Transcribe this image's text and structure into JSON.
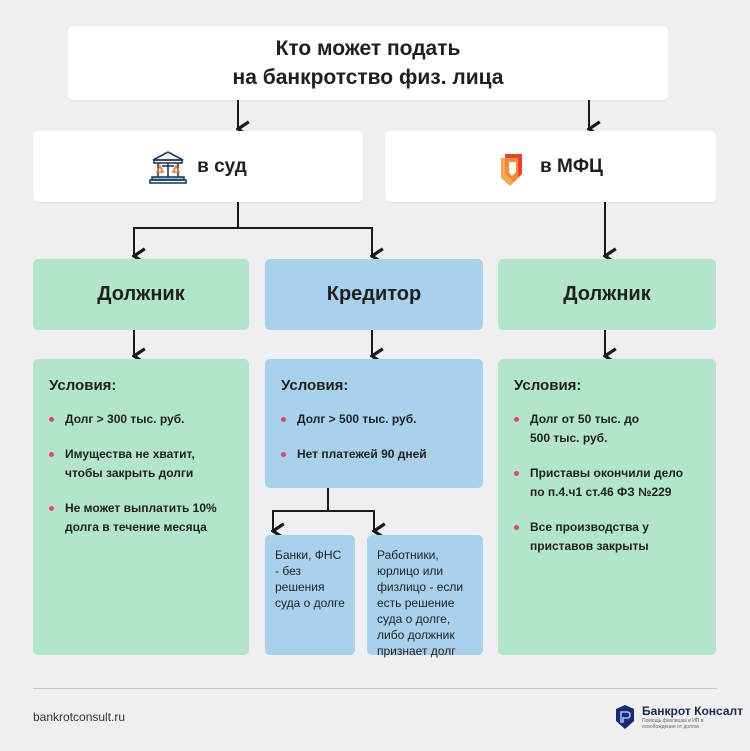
{
  "title": {
    "line1": "Кто может подать",
    "line2": "на банкротство физ. лица"
  },
  "routes": {
    "court": {
      "label": "в суд",
      "icon": "courthouse-icon"
    },
    "mfc": {
      "label": "в МФЦ",
      "icon": "mfc-logo-icon"
    }
  },
  "columns": {
    "debtor_court": {
      "label": "Должник",
      "conditions_title": "Условия:",
      "conditions": [
        "Долг > 300 тыс. руб.",
        "Имущества не хватит, чтобы закрыть долги",
        "Не может выплатить 10% долга в течение месяца"
      ]
    },
    "creditor": {
      "label": "Кредитор",
      "conditions_title": "Условия:",
      "conditions": [
        "Долг > 500 тыс. руб.",
        "Нет платежей 90 дней"
      ],
      "sub": [
        "Банки, ФНС - без решения суда о долге",
        "Работники, юрлицо или физлицо - если есть решение суда о долге, либо должник признает долг"
      ]
    },
    "debtor_mfc": {
      "label": "Должник",
      "conditions_title": "Условия:",
      "conditions": [
        "Долг от 50 тыс. до 500 тыс. руб.",
        "Приставы окончили дело по п.4.ч1 ст.46 ФЗ №229",
        "Все производства у приставов закрыты"
      ]
    }
  },
  "footer": {
    "url": "bankrotconsult.ru",
    "brand": "Банкрот Консалт",
    "tagline": "Помощь физлицам и ИП в освобождении от долгов"
  },
  "colors": {
    "green": "#b3e5cd",
    "blue": "#a9d1ec",
    "bullet": "#e0457b",
    "background": "#efeff1"
  }
}
